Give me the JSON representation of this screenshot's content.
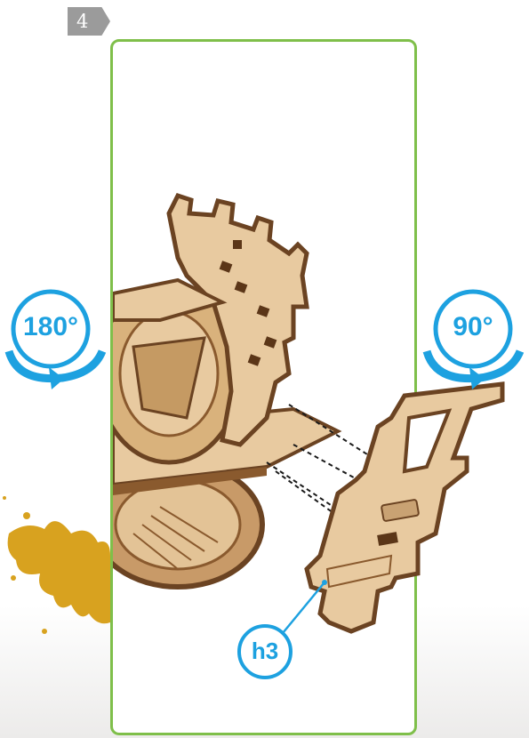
{
  "step": {
    "number": "4"
  },
  "rotation_left": {
    "label": "180°",
    "icon": "rotate-arrow-icon"
  },
  "rotation_right": {
    "label": "90°",
    "icon": "rotate-arrow-icon"
  },
  "part": {
    "label": "h3"
  },
  "colors": {
    "accent_blue": "#1da1e0",
    "frame_green": "#7fbf4a",
    "wood_light": "#e8caa0",
    "wood_edge": "#8a5a2e",
    "badge_gray": "#9b9b9b",
    "paint_splash": "#d8a21f"
  }
}
